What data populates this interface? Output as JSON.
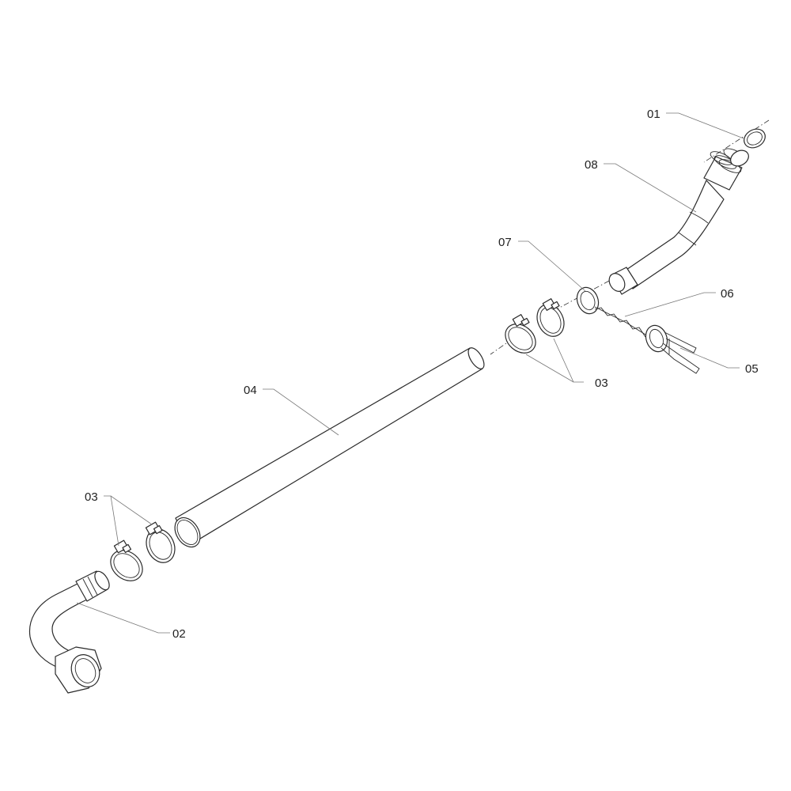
{
  "labels": {
    "p01": "01",
    "p02": "02",
    "p03_left": "03",
    "p03_right": "03",
    "p04": "04",
    "p05": "05",
    "p06": "06",
    "p07": "07",
    "p08": "08"
  }
}
